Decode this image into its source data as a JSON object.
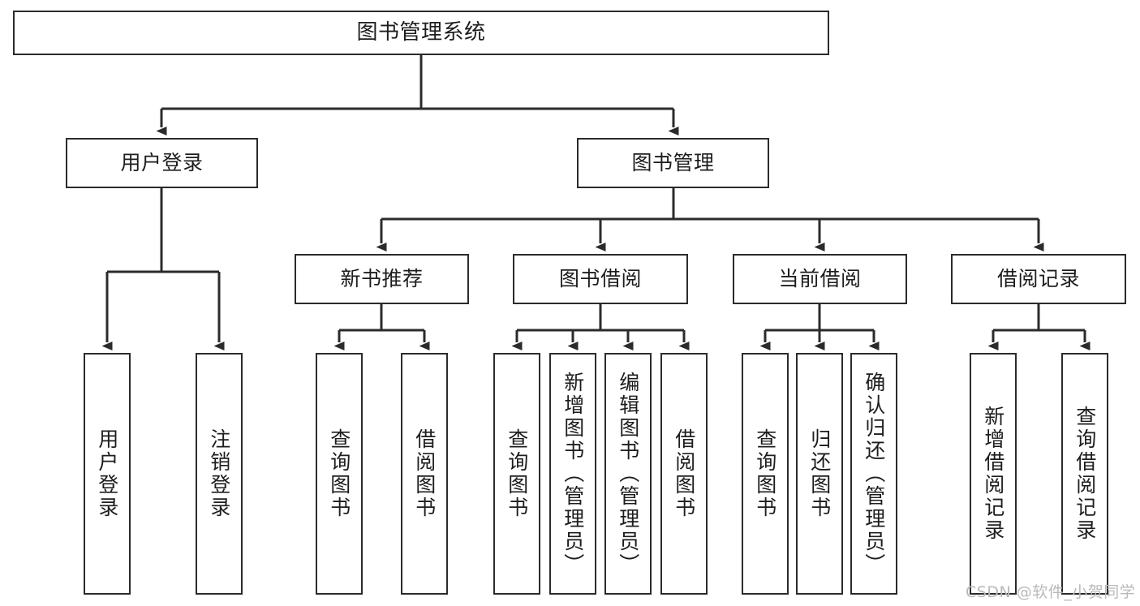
{
  "diagram": {
    "type": "tree",
    "title": "图书管理系统",
    "orientation": "top-down",
    "edge_color": "#2b2b2b",
    "node_border_color": "#2b2b2b",
    "node_fill_color": "#ffffff",
    "text_color": "#1d1d1d"
  },
  "nodes": {
    "root": {
      "label": "图书管理系统"
    },
    "level2": [
      {
        "label": "用户登录"
      },
      {
        "label": "图书管理"
      }
    ],
    "level3": [
      {
        "label": "新书推荐"
      },
      {
        "label": "图书借阅"
      },
      {
        "label": "当前借阅"
      },
      {
        "label": "借阅记录"
      }
    ],
    "leaves": {
      "user_login": [
        {
          "label": "用户登录"
        },
        {
          "label": "注销登录"
        }
      ],
      "new_book": [
        {
          "label": "查询图书"
        },
        {
          "label": "借阅图书"
        }
      ],
      "book_borrow": [
        {
          "label": "查询图书"
        },
        {
          "label": "新增图书（管理员）"
        },
        {
          "label": "编辑图书（管理员）"
        },
        {
          "label": "借阅图书"
        }
      ],
      "current_borrow": [
        {
          "label": "查询图书"
        },
        {
          "label": "归还图书"
        },
        {
          "label": "确认归还（管理员）"
        }
      ],
      "borrow_record": [
        {
          "label": "新增借阅记录"
        },
        {
          "label": "查询借阅记录"
        }
      ]
    }
  },
  "watermark": {
    "text": "CSDN @软件_小贺同学",
    "color": "#b9b9b9"
  }
}
